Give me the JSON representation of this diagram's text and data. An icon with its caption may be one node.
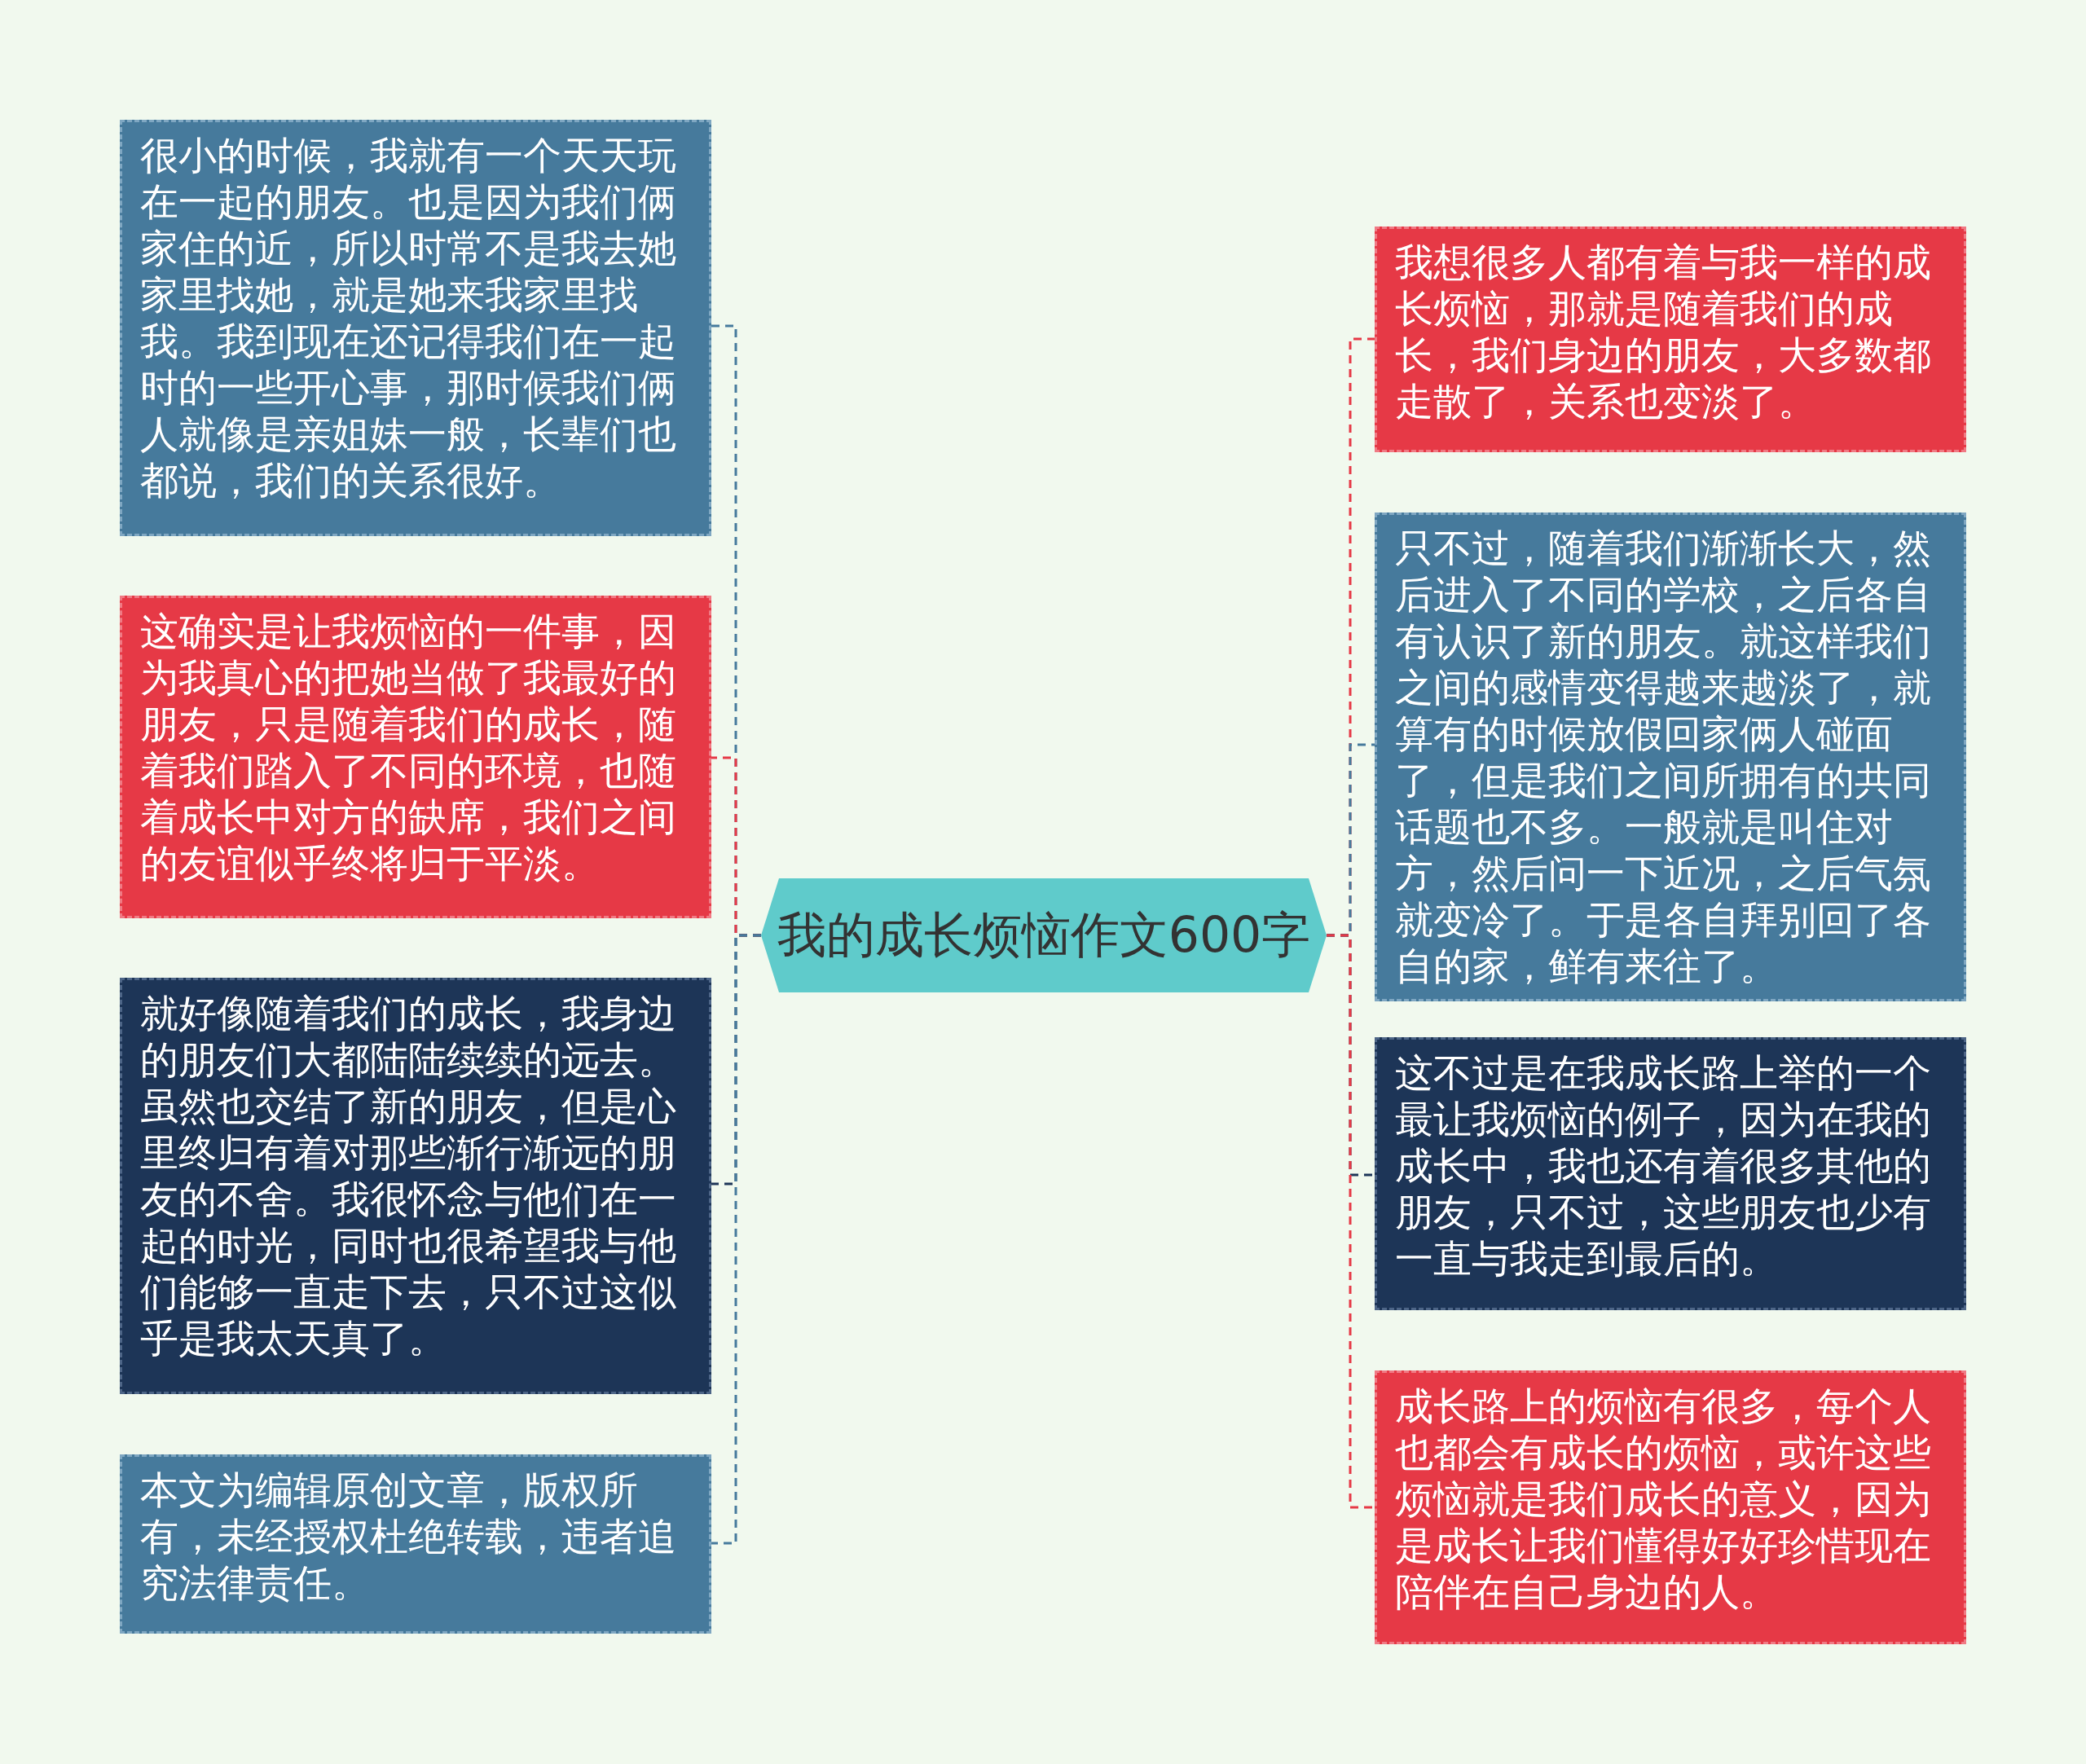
{
  "diagram": {
    "nodes": [
      {
        "text": [
          "我的成长烦恼作文600字"
        ]
      },
      {
        "text": [
          "很小的时候，我就有一个天天玩在一起的朋友。也是因为我们俩家住的近，所以时常不是我去她家里找她，就是她来我家里找我。我到现在还记得我们在一起时的一些开心事，那时候我们俩人就像是亲姐妹一般，长辈们也都说，我们的关系很好。"
        ]
      },
      {
        "text": [
          "这确实是让我烦恼的一件事，因为我真心的把她当做了我最好的朋友，只是随着我们的成长，随着我们踏入了不同的环境，也随着成长中对方的缺席，我们之间的友谊似乎终将归于平淡。"
        ]
      },
      {
        "text": [
          "就好像随着我们的成长，我身边的朋友们大都陆陆续续的远去。虽然也交结了新的朋友，但是心里终归有着对那些渐行渐远的朋友的不舍。我很怀念与他们在一起的时光，同时也很希望我与他们能够一直走下去，只不过这似乎是我太天真了。"
        ]
      },
      {
        "text": [
          "本文为编辑原创文章，版权所有，未经授权杜绝转载，违者追究法律责任。"
        ]
      },
      {
        "text": [
          "我想很多人都有着与我一样的成长烦恼，那就是随着我们的成长，我们身边的朋友，大多数都走散了，关系也变淡了。"
        ]
      },
      {
        "text": [
          "只不过，随着我们渐渐长大，然后进入了不同的学校，之后各自有认识了新的朋友。就这样我们之间的感情变得越来越淡了，就算有的时候放假回家俩人碰面了，但是我们之间所拥有的共同话题也不多。一般就是叫住对方，然后问一下近况，之后气氛就变冷了。于是各自拜别回了各自的家，鲜有来往了。"
        ]
      },
      {
        "text": [
          "这不过是在我成长路上举的一个最让我烦恼的例子，因为在我的成长中，我也还有着很多其他的朋友，只不过，这些朋友也少有一直与我走到最后的。"
        ]
      },
      {
        "text": [
          "成长路上的烦恼有很多，每个人也都会有成长的烦恼，或许这些烦恼就是我们成长的意义，因为是成长让我们懂得好好珍惜现在陪伴在自己身边的人。"
        ]
      }
    ],
    "edges": [
      {
        "from": 0,
        "to": 1,
        "arrow": "none",
        "style": "dashed",
        "color": "#467a9c"
      },
      {
        "from": 0,
        "to": 2,
        "arrow": "none",
        "style": "dashed",
        "color": "#e63946"
      },
      {
        "from": 0,
        "to": 3,
        "arrow": "none",
        "style": "dashed",
        "color": "#1d3557"
      },
      {
        "from": 0,
        "to": 4,
        "arrow": "none",
        "style": "dashed",
        "color": "#467a9c"
      },
      {
        "from": 0,
        "to": 5,
        "arrow": "none",
        "style": "dashed",
        "color": "#e63946"
      },
      {
        "from": 0,
        "to": 6,
        "arrow": "none",
        "style": "dashed",
        "color": "#467a9c"
      },
      {
        "from": 0,
        "to": 7,
        "arrow": "none",
        "style": "dashed",
        "color": "#1d3557"
      },
      {
        "from": 0,
        "to": 8,
        "arrow": "none",
        "style": "dashed",
        "color": "#e63946"
      }
    ]
  }
}
